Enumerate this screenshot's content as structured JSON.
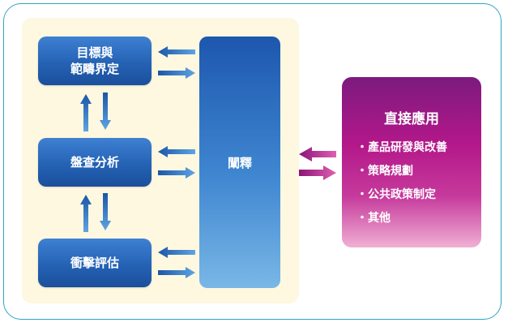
{
  "stages": [
    {
      "id": "scope",
      "lines": [
        "目標與",
        "範疇界定"
      ]
    },
    {
      "id": "inventory",
      "lines": [
        "盤查分析"
      ]
    },
    {
      "id": "impact",
      "lines": [
        "衝擊評估"
      ]
    }
  ],
  "interpretation": {
    "label": "闡釋"
  },
  "application": {
    "title": "直接應用",
    "bullet": "・",
    "items": [
      "產品研發與改善",
      "策略規劃",
      "公共政策制定",
      "其他"
    ]
  },
  "colors": {
    "frame_border": "#2fa3c4",
    "panel_bg": "#fdf8df",
    "stage_blue": "#2562b4",
    "arrow_blue": "#2f72c4",
    "application_magenta": "#b4188a"
  }
}
